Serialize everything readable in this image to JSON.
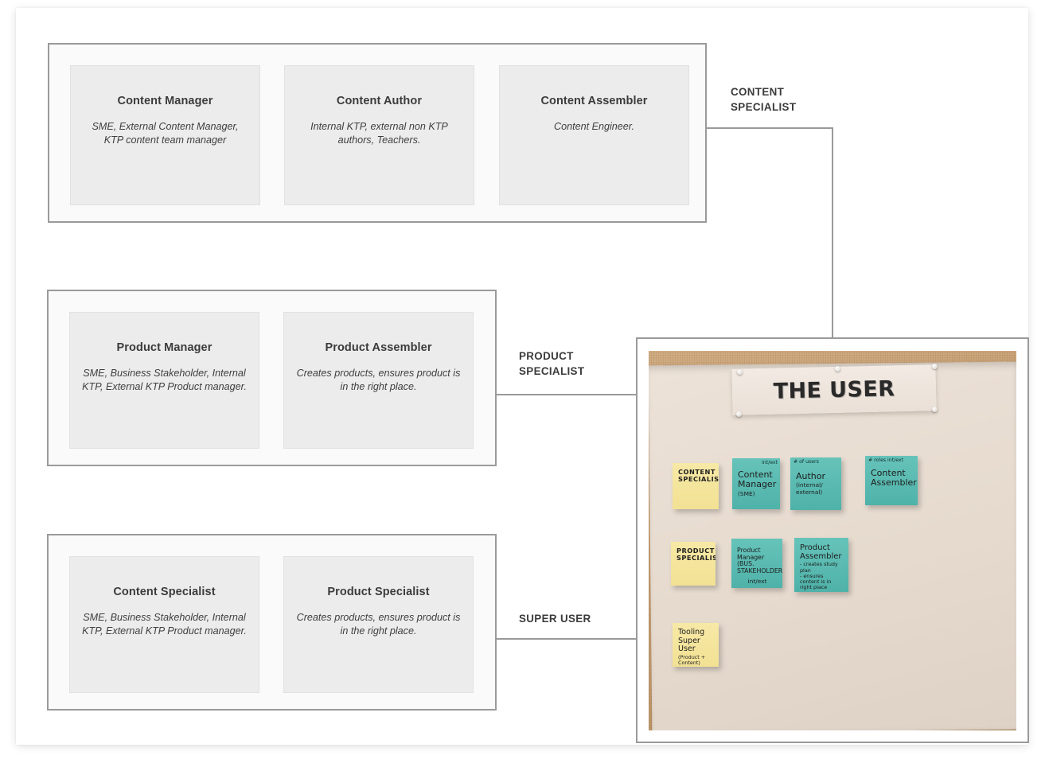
{
  "groups": [
    {
      "id": "content",
      "connector_label": "CONTENT\nSPECIALIST",
      "cards": [
        {
          "title": "Content Manager",
          "desc": "SME, External Content Manager,\nKTP content team manager"
        },
        {
          "title": "Content Author",
          "desc": "Internal KTP, external non KTP authors, Teachers."
        },
        {
          "title": "Content Assembler",
          "desc": "Content Engineer."
        }
      ]
    },
    {
      "id": "product",
      "connector_label": "PRODUCT\nSPECIALIST",
      "cards": [
        {
          "title": "Product Manager",
          "desc": "SME, Business Stakeholder, Internal KTP, External KTP Product manager."
        },
        {
          "title": "Product Assembler",
          "desc": "Creates products, ensures product is in the right place."
        }
      ]
    },
    {
      "id": "super",
      "connector_label": "SUPER USER",
      "cards": [
        {
          "title": "Content Specialist",
          "desc": "SME, Business Stakeholder, Internal KTP, External KTP Product manager."
        },
        {
          "title": "Product Specialist",
          "desc": "Creates products, ensures product is in the right place."
        }
      ]
    }
  ],
  "photo": {
    "banner_text": "THE USER",
    "notes": [
      {
        "id": "content-specialist",
        "color": "yellow",
        "lines": "CONTENT\nSPECIALIST"
      },
      {
        "id": "content-manager",
        "color": "teal",
        "corner": "int/ext",
        "lines": "Content\nManager",
        "sub": "(SME)"
      },
      {
        "id": "author",
        "color": "teal",
        "corner": "# of users",
        "lines": "Author",
        "sub": "(internal/\nexternal)"
      },
      {
        "id": "content-assembler",
        "color": "teal",
        "corner": "# roles    int/ext",
        "lines": "Content\nAssembler"
      },
      {
        "id": "product-specialist",
        "color": "yellow",
        "lines": "PRODUCT\nSPECIALIST"
      },
      {
        "id": "product-manager",
        "color": "teal",
        "lines": "Product Manager\n(BUS.\nSTAKEHOLDER)",
        "sub": "int/ext"
      },
      {
        "id": "product-assembler",
        "color": "teal",
        "lines": "Product\nAssembler",
        "sub": "- creates study plan\n- ensures content is in right place"
      },
      {
        "id": "tooling",
        "color": "yellow",
        "lines": "Tooling\nSuper User",
        "sub": "(Product + Content)"
      }
    ]
  },
  "colors": {
    "border": "#9a9a9a",
    "card_fill": "#ececec",
    "group_fill": "#fafafa",
    "note_yellow": "#f2e194",
    "note_teal": "#4fb2a9",
    "cork": "#c39a6d",
    "paper": "#e6dace"
  }
}
